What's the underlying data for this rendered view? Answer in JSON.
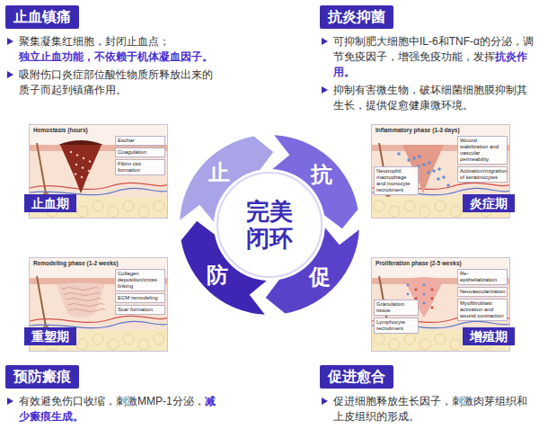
{
  "diagram": {
    "nodes": [
      {
        "text": [
          "止血镇痛",
          "聚集凝集红细胞，封闭止血点；",
          "独立止血功能，不依赖于机体凝血因子。",
          "吸附伤口炎症部位酸性物质所释放出来的质子而起到镇痛作用。"
        ]
      },
      {
        "text": [
          "抗炎抑菌",
          "可抑制肥大细胞中IL-6和TNF-α的分泌，调节免疫因子，增强免疫功能，发挥",
          "抗炎作用。",
          "抑制有害微生物，破坏细菌细胞膜抑制其生长，提供促愈健康微环境。"
        ]
      },
      {
        "text": [
          "Hemostasis (hours)",
          "Eschar",
          "Coagulation",
          "Fibrin clot formation",
          "止血期"
        ]
      },
      {
        "text": [
          "Inflammatory phase (1-3 days)",
          "Wound stabilization and vascular permeability",
          "Activation/migration of keratinocytes",
          "Neutrophil, macrophage and monocyte recruitment",
          "炎症期"
        ]
      },
      {
        "text": [
          "止"
        ]
      },
      {
        "text": [
          "抗"
        ]
      },
      {
        "text": [
          "完美闭环"
        ]
      },
      {
        "text": [
          "促"
        ]
      },
      {
        "text": [
          "防"
        ]
      },
      {
        "text": [
          "Remodeling phase (1-2 weeks)",
          "Collagen deposition/cross-linking",
          "ECM remodeling",
          "Scar formation",
          "重塑期"
        ]
      },
      {
        "text": [
          "Proliferation phase (2-5 weeks)",
          "Re-epithelialization",
          "Neovascularization",
          "Granulation tissue",
          "Myofibroblast activation and wound contraction",
          "Lymphocyte recruitment",
          "增殖期"
        ]
      },
      {
        "text": [
          "预防瘢痕",
          "有效避免伤口收缩，刺激MMP-1分泌，",
          "减少瘢痕生成。"
        ]
      },
      {
        "text": [
          "促进愈合",
          "促进细胞释放生长因子，刺激肉芽组织和上皮组织的形成。"
        ]
      }
    ]
  }
}
